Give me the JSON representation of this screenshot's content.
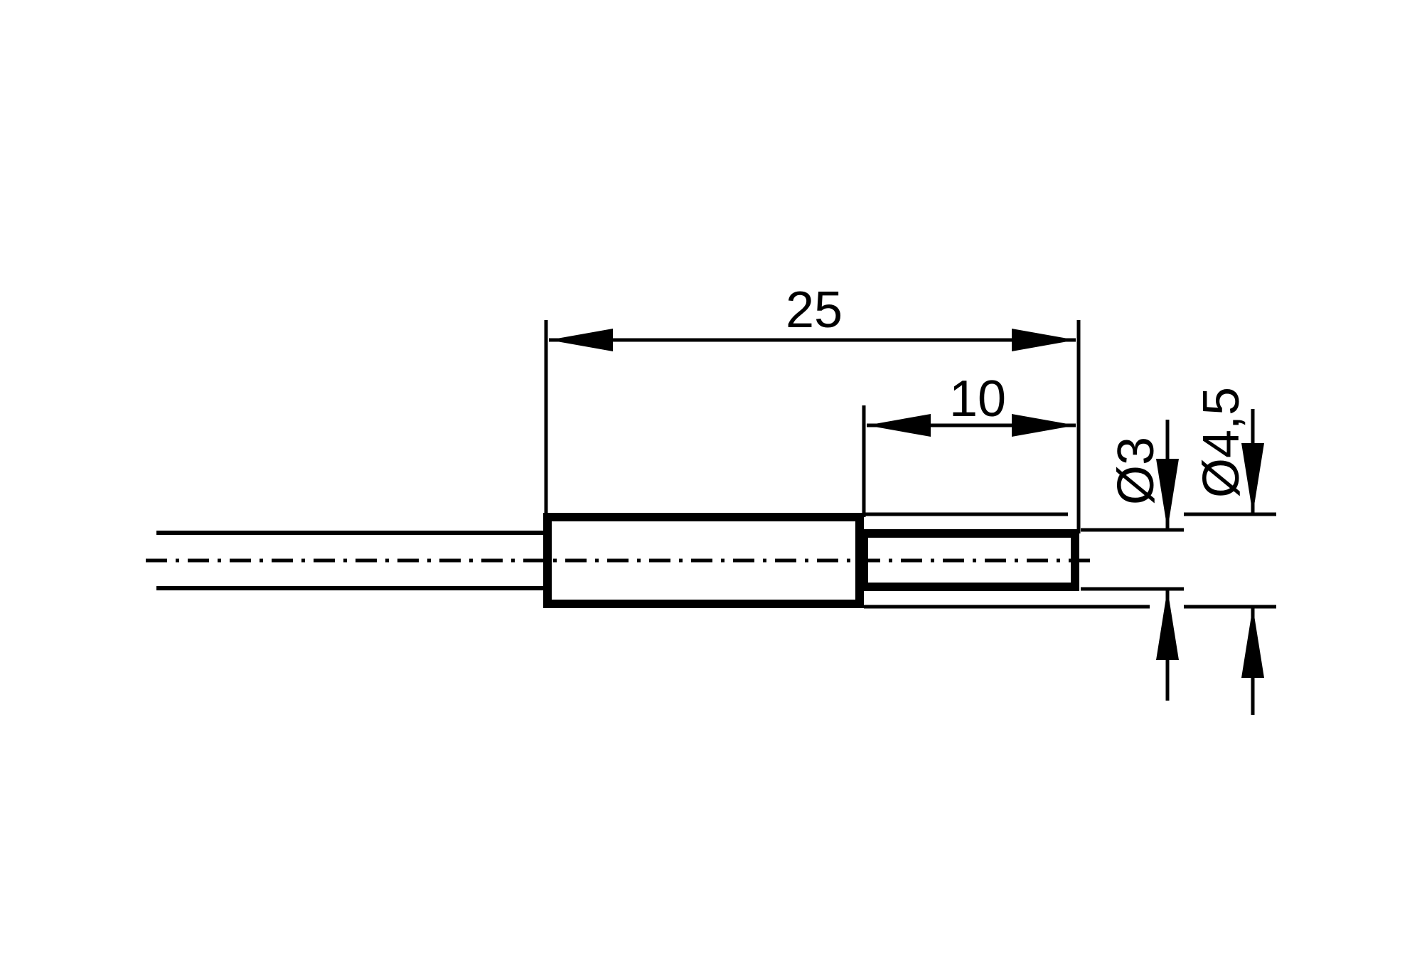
{
  "drawing": {
    "type": "technical-dimension-drawing",
    "subject": "cylindrical sensor with cable",
    "colors": {
      "line": "#000000",
      "background": "#ffffff"
    },
    "dimensions": {
      "overall_length": {
        "label": "25"
      },
      "tip_length": {
        "label": "10"
      },
      "tip_diameter": {
        "label": "Ø3"
      },
      "body_diameter": {
        "label": "Ø4,5"
      }
    }
  }
}
